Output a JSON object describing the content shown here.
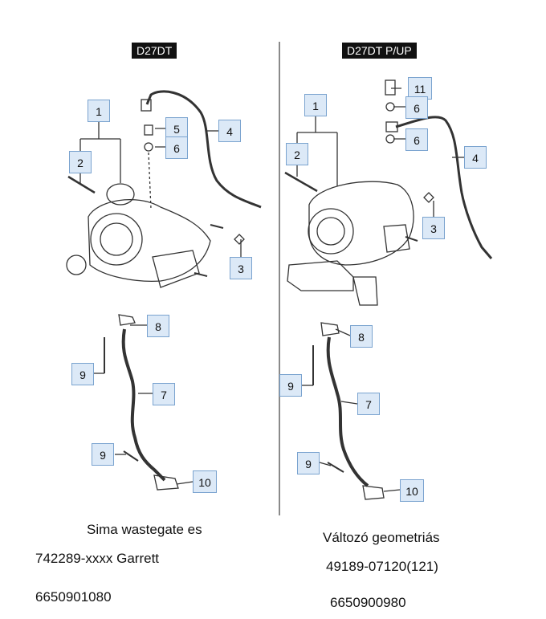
{
  "left": {
    "label": "D27DT",
    "callouts": [
      "1",
      "2",
      "5",
      "6",
      "4",
      "3",
      "8",
      "9",
      "7",
      "9",
      "10"
    ],
    "caption_line1": "Sima wastegate es",
    "caption_line2": "742289-xxxx Garrett",
    "caption_line3": "6650901080"
  },
  "right": {
    "label": "D27DT P/UP",
    "callouts": [
      "11",
      "6",
      "1",
      "6",
      "4",
      "2",
      "3",
      "8",
      "9",
      "7",
      "9",
      "10"
    ],
    "caption_line1": "Változó geometriás",
    "caption_line2": "49189-07120(121)",
    "caption_line3": "6650900980"
  },
  "colors": {
    "callout_fill": "#dce9f7",
    "callout_border": "#7aa3cf",
    "label_bg": "#111111"
  }
}
